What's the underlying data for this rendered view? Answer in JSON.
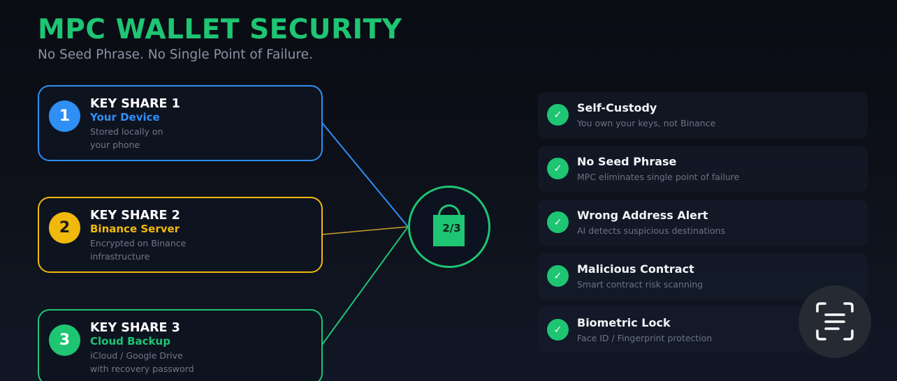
{
  "header": {
    "title": "MPC WALLET SECURITY",
    "subtitle": "No Seed Phrase. No Single Point of Failure."
  },
  "key_shares": [
    {
      "number": "1",
      "title": "KEY SHARE 1",
      "location": "Your Device",
      "description_lines": [
        "Stored locally on",
        "your phone"
      ],
      "color": "#2f8ff5"
    },
    {
      "number": "2",
      "title": "KEY SHARE 2",
      "location": "Binance Server",
      "description_lines": [
        "Encrypted on Binance",
        "infrastructure"
      ],
      "color": "#f0b90b"
    },
    {
      "number": "3",
      "title": "KEY SHARE 3",
      "location": "Cloud Backup",
      "description_lines": [
        "iCloud / Google Drive",
        "with recovery password"
      ],
      "color": "#1ec573"
    }
  ],
  "hub": {
    "icon": "lock-icon",
    "threshold_label": "2/3",
    "color": "#1ec573"
  },
  "features": [
    {
      "icon": "check-icon",
      "title": "Self-Custody",
      "description": "You own your keys, not Binance"
    },
    {
      "icon": "check-icon",
      "title": "No Seed Phrase",
      "description": "MPC eliminates single point of failure"
    },
    {
      "icon": "check-icon",
      "title": "Wrong Address Alert",
      "description": "AI detects suspicious destinations"
    },
    {
      "icon": "check-icon",
      "title": "Malicious Contract",
      "description": "Smart contract risk scanning"
    },
    {
      "icon": "check-icon",
      "title": "Biometric Lock",
      "description": "Face ID / Fingerprint protection"
    }
  ],
  "check_glyph": "✓",
  "scan_button": {
    "icon": "scan-text-icon"
  }
}
